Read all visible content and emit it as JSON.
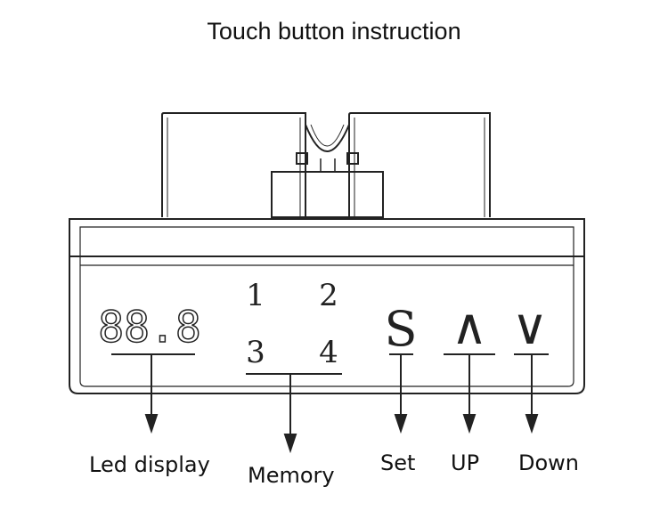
{
  "title": "Touch button instruction",
  "display": {
    "digits": "88.8"
  },
  "memory": {
    "buttons": [
      "1",
      "2",
      "3",
      "4"
    ]
  },
  "keys": {
    "set": "S",
    "up": "∧",
    "down": "∨"
  },
  "labels": {
    "led": "Led display",
    "memory": "Memory",
    "set": "Set",
    "up": "UP",
    "down": "Down"
  }
}
